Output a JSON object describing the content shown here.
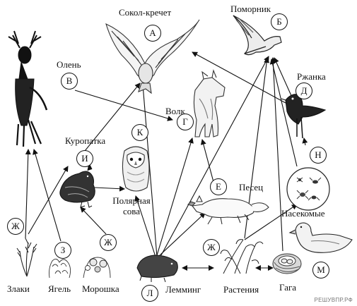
{
  "organisms": {
    "falcon": {
      "name": "Сокол-кречет",
      "letter": "А"
    },
    "skua": {
      "name": "Поморник",
      "letter": "Б"
    },
    "deer": {
      "name": "Олень",
      "letter": "В"
    },
    "wolf": {
      "name": "Волк",
      "letter": "Г"
    },
    "plover": {
      "name": "Ржанка",
      "letter": "Д"
    },
    "ptarmigan": {
      "name": "Куропатка",
      "letter": "И"
    },
    "owl": {
      "name": "Полярная\nсова",
      "letter": "К"
    },
    "fox": {
      "name": "Песец",
      "letter": "Е"
    },
    "insects": {
      "name": "Насекомые",
      "letter": "Н"
    },
    "grasses": {
      "name": "Злаки",
      "letter": "Ж"
    },
    "lichen": {
      "name": "Ягель",
      "letter": "З"
    },
    "cloudberry": {
      "name": "Морошка",
      "letter": "Ж"
    },
    "lemming": {
      "name": "Лемминг",
      "letter": "Л"
    },
    "plants": {
      "name": "Растения",
      "letter": "Ж"
    },
    "eider": {
      "name": "Гага",
      "letter": "М"
    }
  },
  "edges": [
    {
      "from": "deer",
      "to": "wolf"
    },
    {
      "from": "ptarmigan",
      "to": "falcon"
    },
    {
      "from": "ptarmigan",
      "to": "owl"
    },
    {
      "from": "grasses",
      "to": "deer"
    },
    {
      "from": "lichen",
      "to": "deer"
    },
    {
      "from": "grasses",
      "to": "ptarmigan"
    },
    {
      "from": "cloudberry",
      "to": "ptarmigan"
    },
    {
      "from": "lemming",
      "to": "falcon"
    },
    {
      "from": "lemming",
      "to": "owl"
    },
    {
      "from": "lemming",
      "to": "wolf"
    },
    {
      "from": "lemming",
      "to": "fox"
    },
    {
      "from": "lemming",
      "to": "skua"
    },
    {
      "from": "lemming",
      "to": "plants"
    },
    {
      "from": "plants",
      "to": "lemming"
    },
    {
      "from": "plants",
      "to": "eider"
    },
    {
      "from": "eider",
      "to": "plants"
    },
    {
      "from": "fox",
      "to": "wolf"
    },
    {
      "from": "eider",
      "to": "skua"
    },
    {
      "from": "insects",
      "to": "skua"
    },
    {
      "from": "insects",
      "to": "plover"
    },
    {
      "from": "plants",
      "to": "insects"
    },
    {
      "from": "plover",
      "to": "falcon"
    },
    {
      "from": "plover",
      "to": "skua"
    },
    {
      "from": "plants",
      "to": "skua"
    }
  ],
  "watermark": "РЕШУВПР.РФ"
}
